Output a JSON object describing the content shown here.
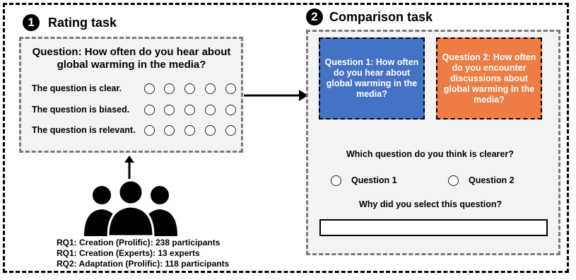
{
  "rating": {
    "badge": "1",
    "title": "Rating task",
    "question": "Question: How often do you hear about global warming in the media?",
    "rows": [
      {
        "label": "The question is clear."
      },
      {
        "label": "The question is biased."
      },
      {
        "label": "The question is relevant."
      }
    ]
  },
  "participants": {
    "icon": "people-group-icon",
    "lines": [
      "RQ1: Creation (Prolific): 238 participants",
      "RQ1: Creation (Experts): 13 experts",
      "RQ2: Adaptation (Prolific): 118 participants"
    ]
  },
  "comparison": {
    "badge": "2",
    "title": "Comparison task",
    "question1": "Question 1: How often do you hear about global warming in the media?",
    "question2": "Question 2: How often do you encounter discussions about global warming in the media?",
    "prompt": "Which question do you think is clearer?",
    "option1": "Question 1",
    "option2": "Question 2",
    "why": "Why did you select this question?",
    "answer": ""
  },
  "colors": {
    "question1_card": "#4472c4",
    "question2_card": "#ed7d44"
  }
}
